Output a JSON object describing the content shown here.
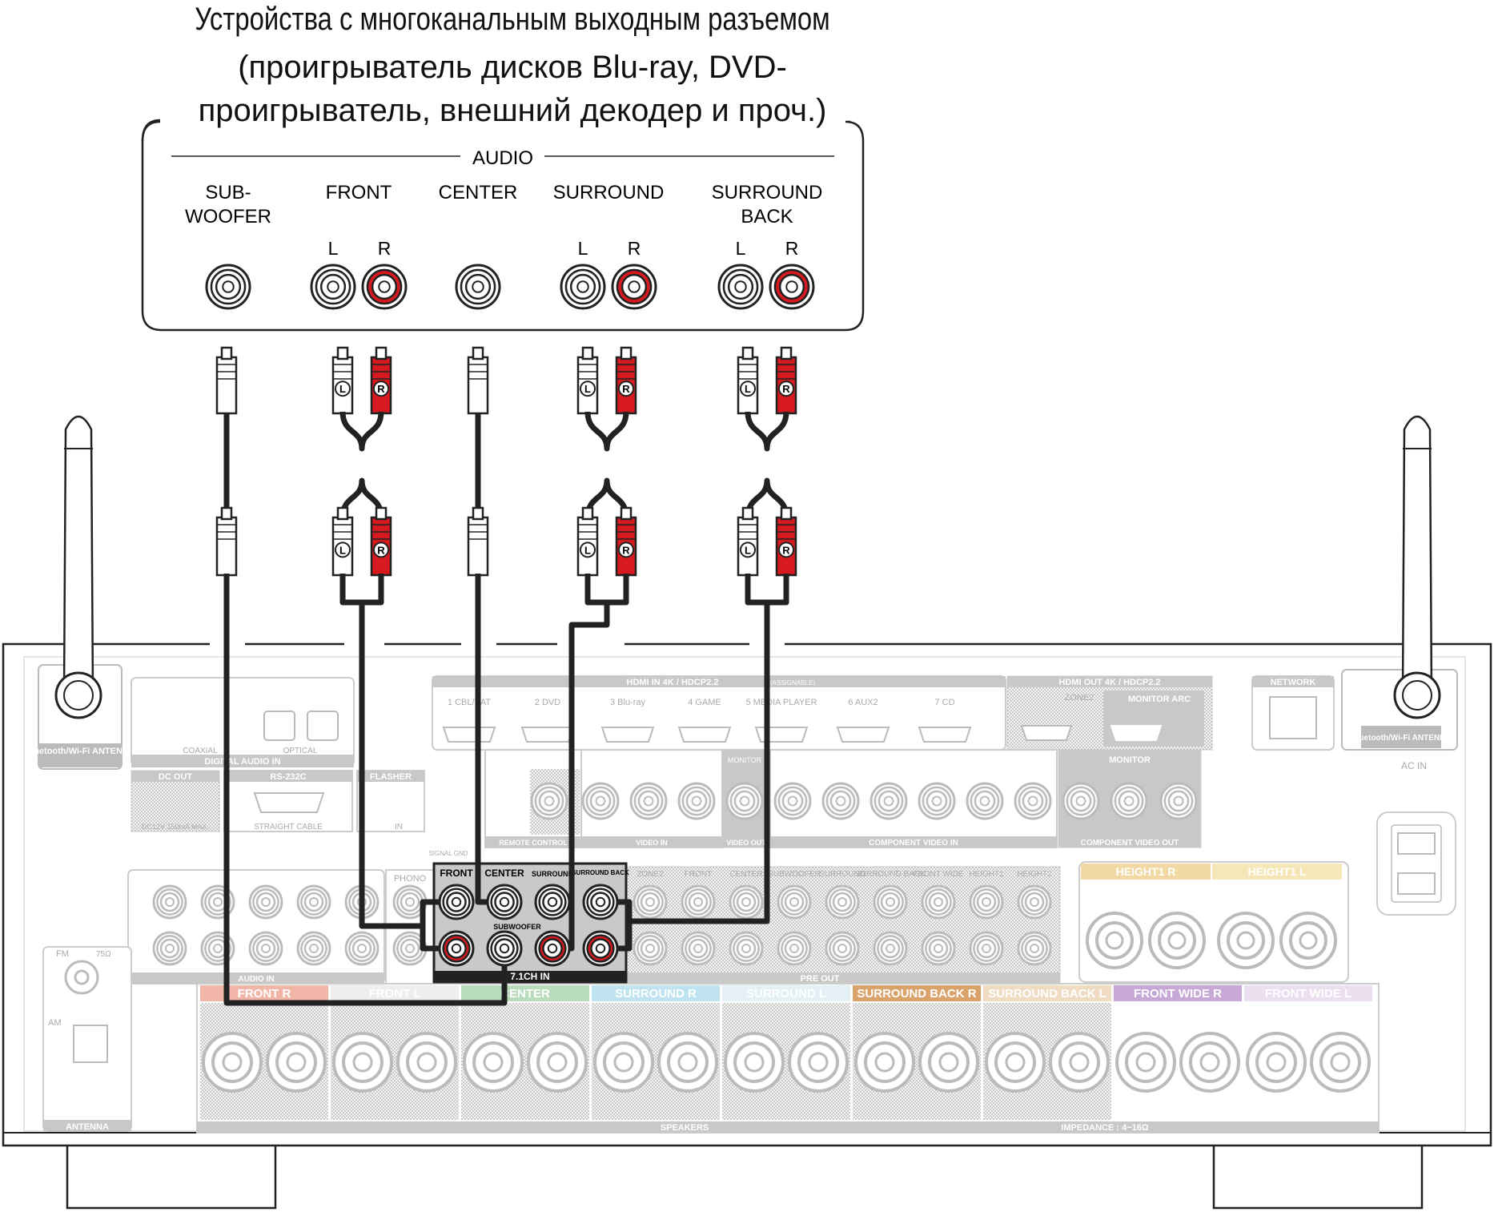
{
  "caption": {
    "line1": "Устройства с многоканальным выходным разъемом",
    "line2": "(проигрыватель дисков Blu-ray, DVD-",
    "line3": "проигрыватель, внешний декодер и проч.)"
  },
  "source_panel": {
    "group_label": "AUDIO",
    "outputs": [
      {
        "label_1": "SUB-",
        "label_2": "WOOFER"
      },
      {
        "label_1": "FRONT",
        "label_2": ""
      },
      {
        "label_1": "CENTER",
        "label_2": ""
      },
      {
        "label_1": "SURROUND",
        "label_2": ""
      },
      {
        "label_1": "SURROUND",
        "label_2": "BACK"
      }
    ],
    "left_mark": "L",
    "right_mark": "R"
  },
  "receiver": {
    "bt_antenna": "Bluetooth/Wi-Fi ANTENNA",
    "hdmi_in": "HDMI IN 4K / HDCP2.2",
    "assignable": "(ASSIGNABLE)",
    "hdmi_in_ports": [
      "1 CBL/SAT",
      "2 DVD",
      "3 Blu-ray",
      "4 GAME",
      "5 MEDIA PLAYER",
      "6 AUX2",
      "7 CD"
    ],
    "hdmi_out": "HDMI OUT 4K / HDCP2.2",
    "zone2": "ZONE2",
    "monitor_arc": "MONITOR ARC",
    "network": "NETWORK",
    "ac_in": "AC IN",
    "digital_audio_in": "DIGITAL AUDIO IN",
    "coaxial": "COAXIAL",
    "optical": "OPTICAL",
    "dc_out": "DC OUT",
    "dc_spec": "DC12V 150mA MAX.",
    "rs232c": "RS-232C",
    "straight_cable": "STRAIGHT CABLE",
    "flasher": "FLASHER",
    "flasher_in": "IN",
    "remote_control": "REMOTE CONTROL",
    "signal_gnd": "SIGNAL GND",
    "video_in": "VIDEO IN",
    "video_out": "VIDEO OUT",
    "component_video_in": "COMPONENT VIDEO IN",
    "component_video_out": "COMPONENT VIDEO OUT",
    "monitor": "MONITOR",
    "audio_in": "AUDIO IN",
    "phono": "PHONO",
    "ch71_in": "7.1CH IN",
    "ch71_labels": [
      "FRONT",
      "CENTER",
      "SURROUND",
      "SURROUND BACK",
      "SUBWOOFER"
    ],
    "pre_out": "PRE OUT",
    "pre_out_labels": [
      "ZONE2",
      "FRONT",
      "CENTER",
      "SUBWOOFER",
      "SURROUND",
      "SURROUND BACK",
      "FRONT WIDE",
      "HEIGHT1",
      "HEIGHT2"
    ],
    "fm": "FM",
    "fm_ohm": "75Ω",
    "am": "AM",
    "antenna": "ANTENNA",
    "speakers": "SPEAKERS",
    "impedance": "IMPEDANCE : 4~16Ω",
    "speaker_terminals": [
      {
        "label": "FRONT R",
        "color": "#f2b6a8"
      },
      {
        "label": "FRONT L",
        "color": "#eeeeee"
      },
      {
        "label": "CENTER",
        "color": "#b9dcbc"
      },
      {
        "label": "SURROUND R",
        "color": "#bfe3f0"
      },
      {
        "label": "SURROUND L",
        "color": "#e4f0f5"
      },
      {
        "label": "SURROUND BACK R",
        "color": "#d9a36b"
      },
      {
        "label": "SURROUND BACK L",
        "color": "#f0dcc3"
      },
      {
        "label": "FRONT WIDE R",
        "color": "#c7a8d6"
      },
      {
        "label": "FRONT WIDE L",
        "color": "#ece0f0"
      }
    ],
    "height_terminals": [
      {
        "label": "HEIGHT1 R",
        "color": "#f2d9a3"
      },
      {
        "label": "HEIGHT1 L",
        "color": "#f6e7b8"
      }
    ]
  }
}
